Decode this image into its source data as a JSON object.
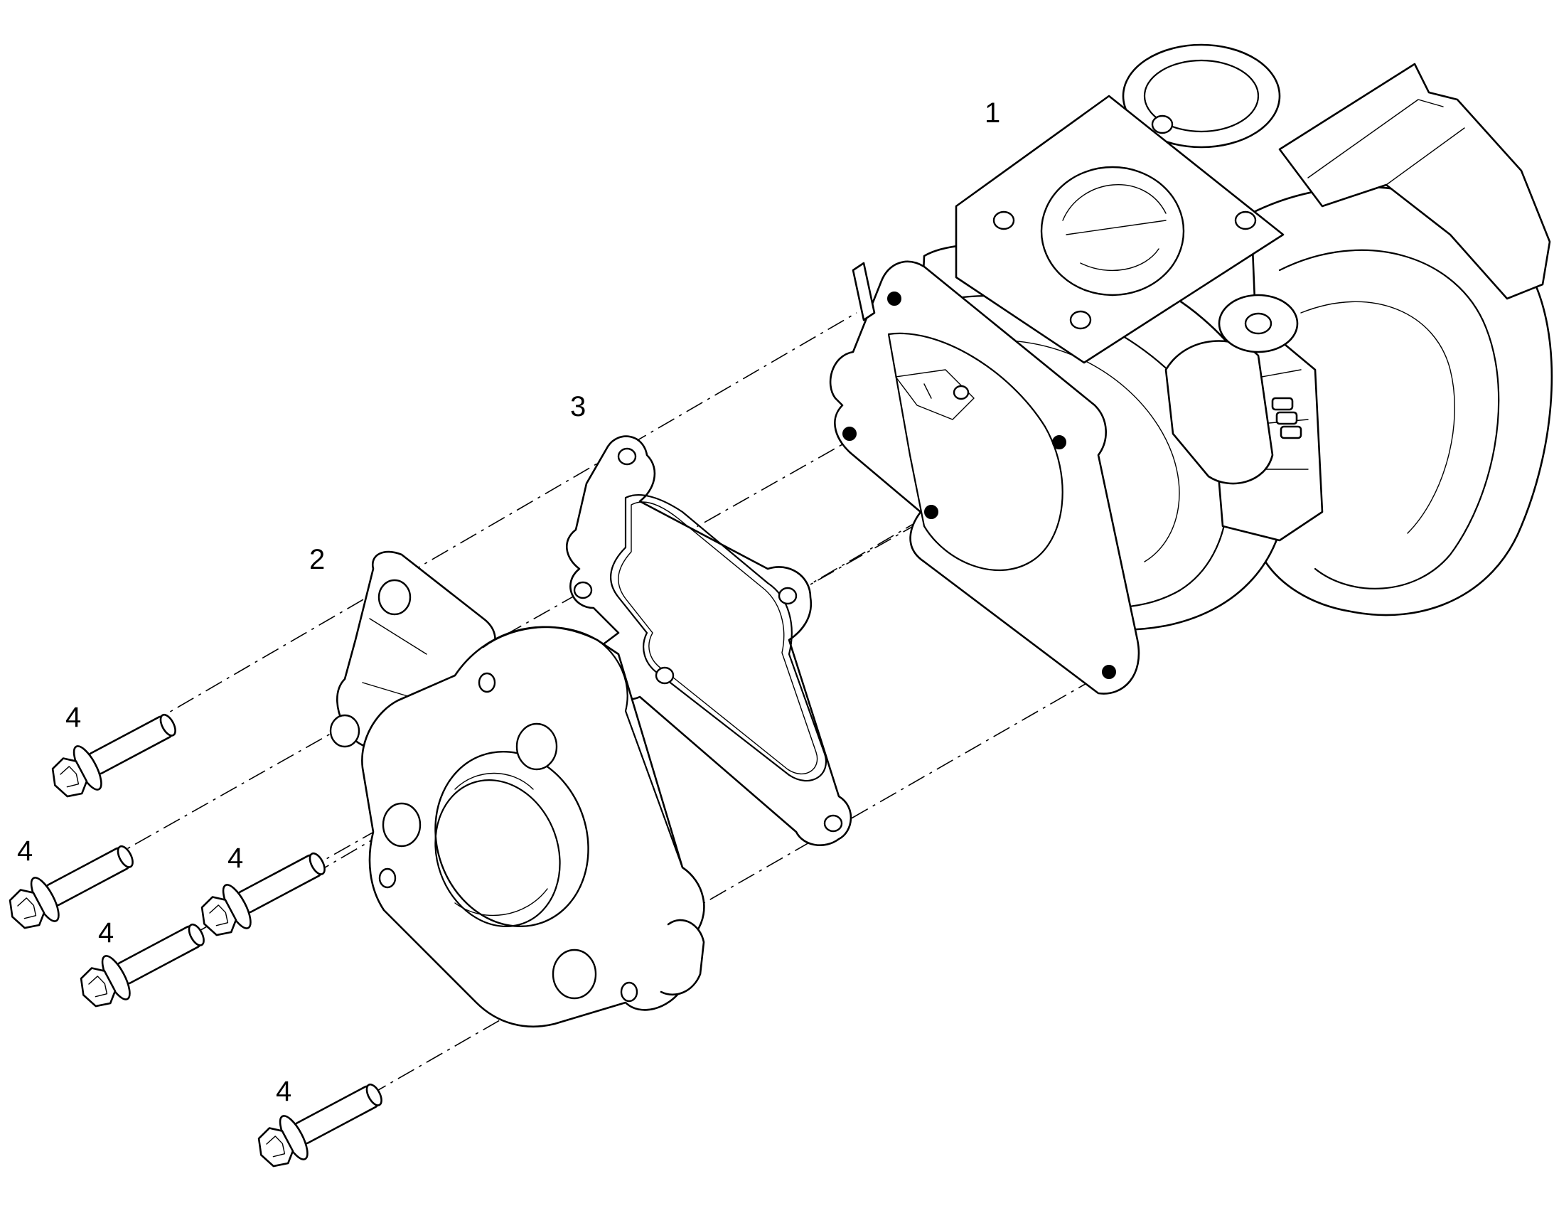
{
  "callouts": {
    "turbocharger": "1",
    "adapter_flange": "2",
    "gasket": "3",
    "bolt_a": "4",
    "bolt_b": "4",
    "bolt_c": "4",
    "bolt_d": "4",
    "bolt_e": "4"
  },
  "colors": {
    "line": "#000000",
    "background": "#ffffff"
  }
}
